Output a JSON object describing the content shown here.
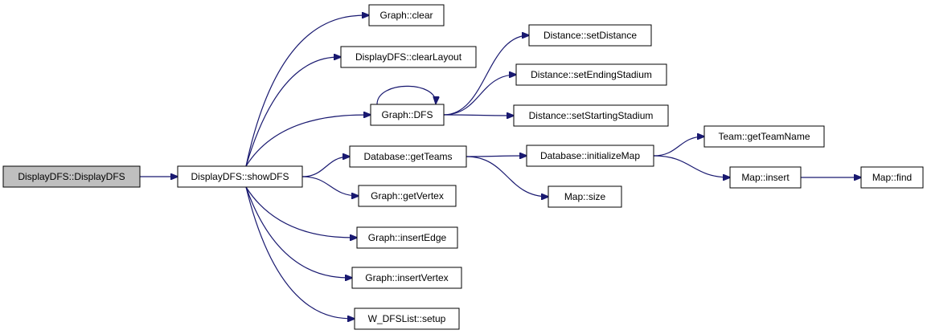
{
  "nodes": [
    {
      "id": "root",
      "label": "DisplayDFS::DisplayDFS",
      "root": true
    },
    {
      "id": "showDFS",
      "label": "DisplayDFS::showDFS"
    },
    {
      "id": "clear",
      "label": "Graph::clear"
    },
    {
      "id": "clearLayout",
      "label": "DisplayDFS::clearLayout"
    },
    {
      "id": "dfs",
      "label": "Graph::DFS"
    },
    {
      "id": "getTeams",
      "label": "Database::getTeams"
    },
    {
      "id": "getVertex",
      "label": "Graph::getVertex"
    },
    {
      "id": "insertEdge",
      "label": "Graph::insertEdge"
    },
    {
      "id": "insertVertex",
      "label": "Graph::insertVertex"
    },
    {
      "id": "setup",
      "label": "W_DFSList::setup"
    },
    {
      "id": "setDistance",
      "label": "Distance::setDistance"
    },
    {
      "id": "setEnding",
      "label": "Distance::setEndingStadium"
    },
    {
      "id": "setStarting",
      "label": "Distance::setStartingStadium"
    },
    {
      "id": "initMap",
      "label": "Database::initializeMap"
    },
    {
      "id": "size",
      "label": "Map::size"
    },
    {
      "id": "teamName",
      "label": "Team::getTeamName"
    },
    {
      "id": "insert",
      "label": "Map::insert"
    },
    {
      "id": "find",
      "label": "Map::find"
    }
  ],
  "edges": [
    [
      "root",
      "showDFS"
    ],
    [
      "showDFS",
      "clear"
    ],
    [
      "showDFS",
      "clearLayout"
    ],
    [
      "showDFS",
      "dfs"
    ],
    [
      "showDFS",
      "getTeams"
    ],
    [
      "showDFS",
      "getVertex"
    ],
    [
      "showDFS",
      "insertEdge"
    ],
    [
      "showDFS",
      "insertVertex"
    ],
    [
      "showDFS",
      "setup"
    ],
    [
      "dfs",
      "dfs"
    ],
    [
      "dfs",
      "setDistance"
    ],
    [
      "dfs",
      "setEnding"
    ],
    [
      "dfs",
      "setStarting"
    ],
    [
      "getTeams",
      "initMap"
    ],
    [
      "getTeams",
      "size"
    ],
    [
      "initMap",
      "teamName"
    ],
    [
      "initMap",
      "insert"
    ],
    [
      "insert",
      "find"
    ]
  ]
}
